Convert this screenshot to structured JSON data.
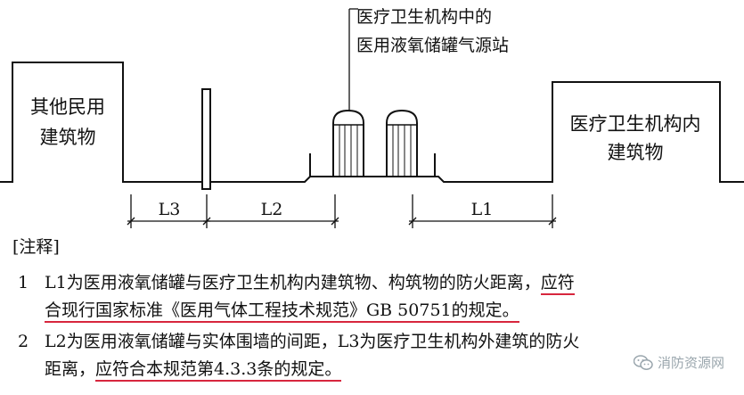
{
  "diagram": {
    "building_left": "其他民用\n建筑物",
    "building_right": "医疗卫生机构内\n建筑物",
    "station_label_1": "医疗卫生机构中的",
    "station_label_2": "医用液氧储罐气源站",
    "dim_l3": "L3",
    "dim_l2": "L2",
    "dim_l1": "L1"
  },
  "notes": {
    "heading": "[注释]",
    "n1_num": "1",
    "n1_a": "L1为医用液氧储罐与医疗卫生机构内建筑物、构筑物的防火距离，",
    "n1_b": "应符",
    "n1_c": "合现行国家标准《医用气体工程技术规范》GB 50751的规定。",
    "n2_num": "2",
    "n2_a": "L2为医用液氧储罐与实体围墙的间距，L3为医疗卫生机构外建筑的防火",
    "n2_b": "距离，",
    "n2_c": "应符合本规范第4.3.3条的规定。"
  },
  "watermark": {
    "text": "消防资源网",
    "icon": "wechat-icon"
  },
  "colors": {
    "underline": "#d7263d",
    "line": "#111111",
    "watermark": "#9aa6ad"
  }
}
